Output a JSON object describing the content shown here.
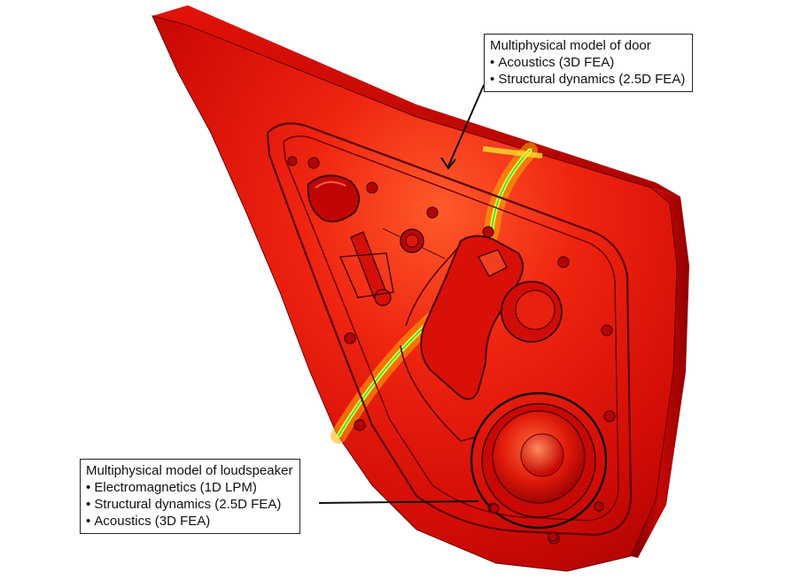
{
  "door_callout": {
    "title": "Multiphysical model of door",
    "items": [
      "Acoustics (3D FEA)",
      "Structural dynamics (2.5D FEA)"
    ]
  },
  "speaker_callout": {
    "title": "Multiphysical model of loudspeaker",
    "items": [
      "Electromagnetics (1D LPM)",
      "Structural dynamics (2.5D FEA)",
      "Acoustics (3D FEA)"
    ]
  },
  "colors": {
    "panel_dark": "#8a0000",
    "panel_red": "#dd0e08",
    "panel_bright": "#f43a1e",
    "hot_band": "#d8f000",
    "line": "#111111"
  }
}
